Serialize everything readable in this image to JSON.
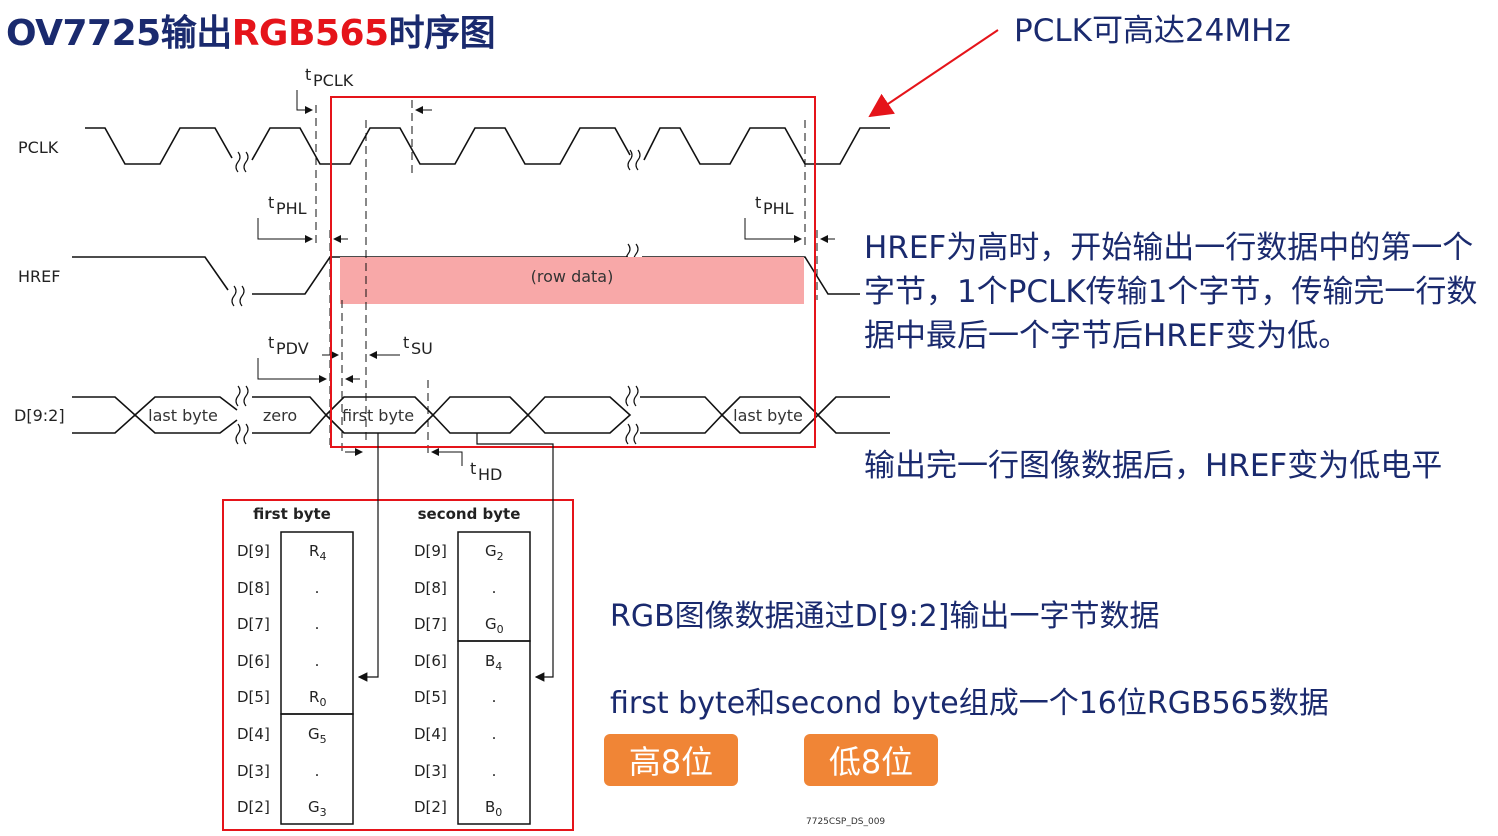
{
  "title": {
    "prefix": "OV7725输出",
    "accent": "RGB565",
    "suffix": "时序图"
  },
  "colors": {
    "title": "#1a2a6e",
    "accent": "#e5141a",
    "highlight_box": "#e5141a",
    "row_data_fill": "#f8a8a8",
    "pill": "#f08536",
    "note_text": "#1a2a6e"
  },
  "annotations": {
    "pclk_note": "PCLK可高达24MHz",
    "href_note": "HREF为高时，开始输出一行数据中的第一个字节，1个PCLK传输1个字节，传输完一行数据中最后一个字节后HREF变为低。",
    "href_low_note": "输出完一行图像数据后，HREF变为低电平",
    "rgb_note": "RGB图像数据通过D[9:2]输出一字节数据",
    "combine_note": "first byte和second byte组成一个16位RGB565数据",
    "high_bits": "高8位",
    "low_bits": "低8位"
  },
  "timing": {
    "signals": [
      "PCLK",
      "HREF",
      "D[9:2]"
    ],
    "params": {
      "pclk": "PCLK",
      "phl": "PHL",
      "pdv": "PDV",
      "su": "SU",
      "hd": "HD"
    },
    "row_data_label": "(row data)",
    "data_cells": {
      "last_byte_1": "last byte",
      "zero": "zero",
      "first_byte": "first byte",
      "last_byte_2": "last byte"
    }
  },
  "byte_table": {
    "first_title": "first byte",
    "second_title": "second byte",
    "rows": [
      "D[9]",
      "D[8]",
      "D[7]",
      "D[6]",
      "D[5]",
      "D[4]",
      "D[3]",
      "D[2]"
    ],
    "first_cells": {
      "r4": "R",
      "r4_sub": "4",
      "r0": "R",
      "r0_sub": "0",
      "g5": "G",
      "g5_sub": "5",
      "g3": "G",
      "g3_sub": "3",
      "dot": "."
    },
    "second_cells": {
      "g2": "G",
      "g2_sub": "2",
      "g0": "G",
      "g0_sub": "0",
      "b4": "B",
      "b4_sub": "4",
      "b0": "B",
      "b0_sub": "0",
      "dot": "."
    }
  },
  "footer_code": "7725CSP_DS_009"
}
